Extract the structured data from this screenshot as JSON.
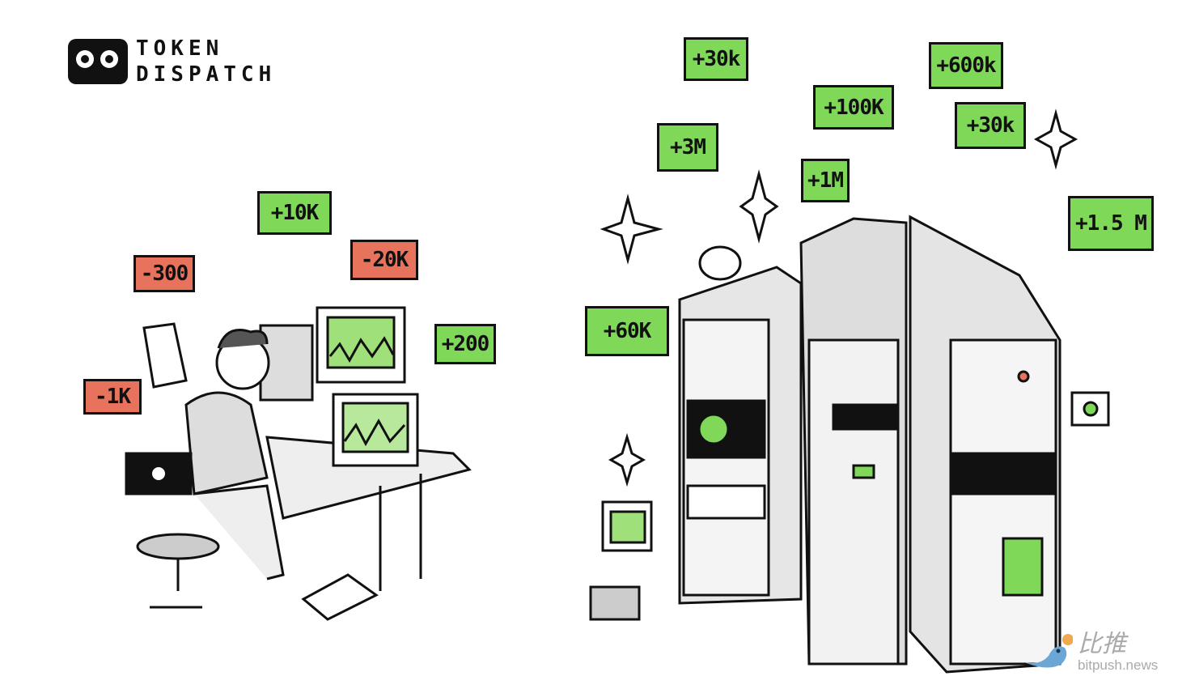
{
  "logo": {
    "line1": "TOKEN",
    "line2": "DISPATCH"
  },
  "colors": {
    "gain": "#7fd858",
    "loss": "#e8735c",
    "ink": "#111111"
  },
  "left_scene": {
    "tags": [
      {
        "label": "+10K",
        "type": "gain"
      },
      {
        "label": "-300",
        "type": "loss"
      },
      {
        "label": "-20K",
        "type": "loss"
      },
      {
        "label": "+200",
        "type": "gain"
      },
      {
        "label": "-1K",
        "type": "loss"
      }
    ]
  },
  "right_scene": {
    "tags": [
      {
        "label": "+30k",
        "type": "gain"
      },
      {
        "label": "+600k",
        "type": "gain"
      },
      {
        "label": "+100K",
        "type": "gain"
      },
      {
        "label": "+30k",
        "type": "gain"
      },
      {
        "label": "+3M",
        "type": "gain"
      },
      {
        "label": "+1M",
        "type": "gain"
      },
      {
        "label": "+1.5 M",
        "type": "gain"
      },
      {
        "label": "+60K",
        "type": "gain"
      }
    ]
  },
  "watermark": {
    "cn": "比推",
    "url": "bitpush.news"
  }
}
